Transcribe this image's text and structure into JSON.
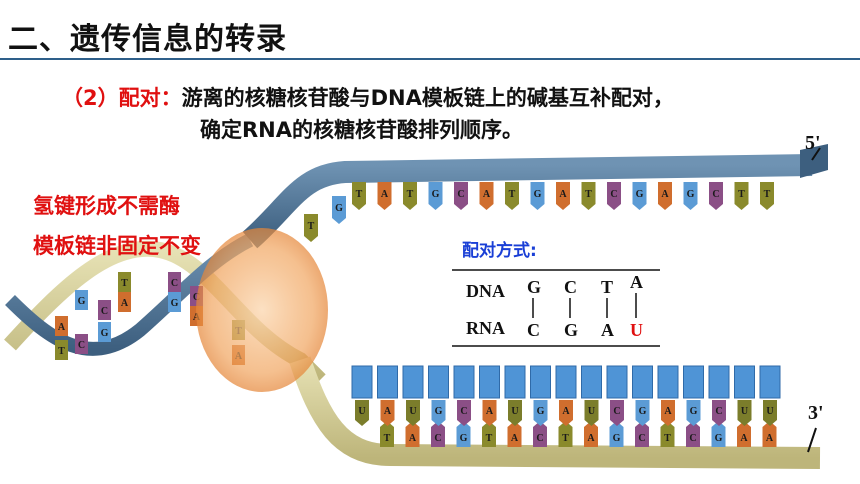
{
  "title": "二、遗传信息的转录",
  "subtitle": {
    "prefix": "（2）配对：",
    "line1": "游离的核糖核苷酸与DNA模板链上的碱基互补配对，",
    "line2": "确定RNA的核糖核苷酸排列顺序。"
  },
  "notes": [
    "氢键形成不需酶",
    "模板链非固定不变"
  ],
  "pairing": {
    "heading": "配对方式:",
    "row1_label": "DNA",
    "row2_label": "RNA",
    "dna_bases": [
      "G",
      "C",
      "T",
      "A"
    ],
    "rna_bases": [
      "C",
      "G",
      "A",
      "U"
    ],
    "highlight_color": "#e01010"
  },
  "ends": {
    "top": "5'",
    "bottom": "3'"
  },
  "strands": {
    "top_coding": [
      "T",
      "A",
      "T",
      "G",
      "C",
      "A",
      "T",
      "G",
      "A",
      "T",
      "C",
      "G",
      "A",
      "G",
      "C",
      "T",
      "T"
    ],
    "bottom_template": [
      "T",
      "A",
      "C",
      "G",
      "T",
      "A",
      "C",
      "T",
      "A",
      "G",
      "C",
      "T",
      "C",
      "G",
      "A",
      "A"
    ],
    "rna": [
      "U",
      "A",
      "U",
      "G",
      "C",
      "A",
      "U",
      "G",
      "A",
      "U",
      "C",
      "G",
      "A",
      "G",
      "C",
      "U",
      "U"
    ],
    "helix_left_labels": [
      "A",
      "T",
      "G",
      "C",
      "C",
      "G",
      "T",
      "A",
      "C",
      "G",
      "C",
      "A",
      "T",
      "A"
    ],
    "fork_labels": [
      "G",
      "T"
    ]
  },
  "colors": {
    "strand_blue": "#4f7596",
    "strand_cream": "#d8d29a",
    "rna_box": "#4f94d6",
    "enzyme": "#f0a25a",
    "base_A": "#d06e2e",
    "base_T": "#8a8a2c",
    "base_G": "#5b9bd5",
    "base_C": "#8b4f86",
    "base_U": "#7b7d2b"
  }
}
